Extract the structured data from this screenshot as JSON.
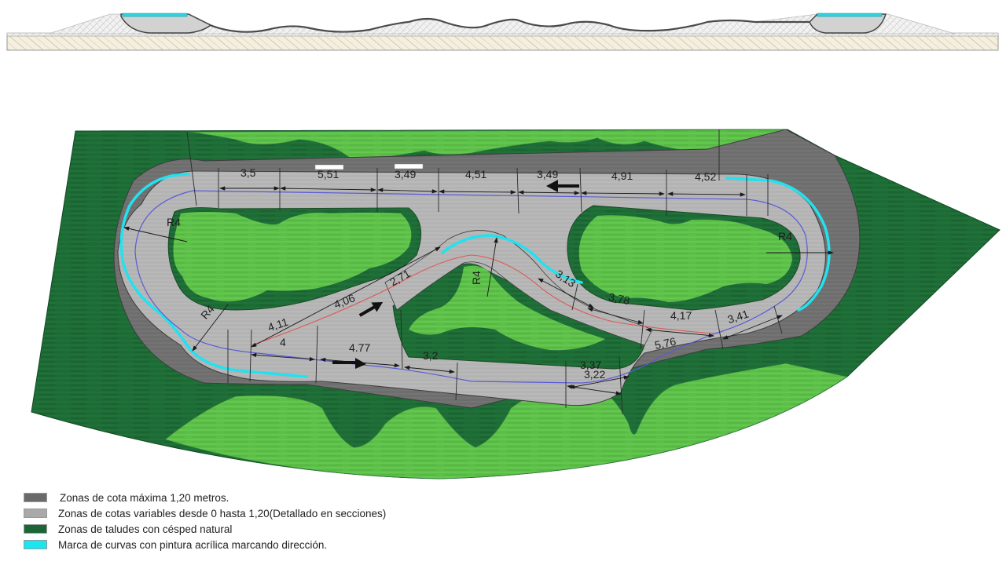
{
  "section_profile": {
    "description": "cross-section profile of pump track",
    "colors": {
      "fill_hatch": "#e6e6e6",
      "base": "#efe8d6",
      "surface": "#d0d0d0",
      "curve_mark": "#2fd3e0",
      "outline": "#555555"
    }
  },
  "plan": {
    "top_dimensions": [
      "3,5",
      "5,51",
      "3,49",
      "4,51",
      "3,49",
      "4,91",
      "4,52"
    ],
    "radii": [
      {
        "label": "R4",
        "position": "left-curve-upper"
      },
      {
        "label": "R4",
        "position": "left-curve-lower"
      },
      {
        "label": "R4",
        "position": "center-berm"
      },
      {
        "label": "R4",
        "position": "right-curve"
      }
    ],
    "inner_dimensions": {
      "left_diagonal": [
        "4,11",
        "4,06",
        "2,71",
        "4"
      ],
      "lower_straight": [
        "4.77",
        "3,2"
      ],
      "right_section": [
        "3,13",
        "3,78",
        "4,17",
        "3,41",
        "5,76",
        "3,37",
        "3,22"
      ]
    },
    "direction_arrows": [
      "arrow-left-top",
      "arrow-right-diagonal",
      "arrow-right-bottom"
    ],
    "colors": {
      "max_height_zone": "#6f6f6f",
      "variable_zone": "#b4b4b4",
      "slope_grass": "#1d6b35",
      "grass_light": "#5ec24a",
      "curve_paint": "#23e1ef",
      "centerline_blue": "#5a5ad6",
      "centerline_red": "#e05555"
    }
  },
  "legend": {
    "items": [
      {
        "label": "Zonas de cota máxima 1,20 metros.",
        "color": "#6a6a6a"
      },
      {
        "label": "Zonas de cotas variables desde 0 hasta 1,20(Detallado en secciones)",
        "color": "#a9a9a9"
      },
      {
        "label": "Zonas de taludes con césped natural",
        "color": "#1b6536"
      },
      {
        "label": "Marca de curvas con pintura acrílica marcando dirección.",
        "color": "#19e6f0"
      }
    ]
  }
}
